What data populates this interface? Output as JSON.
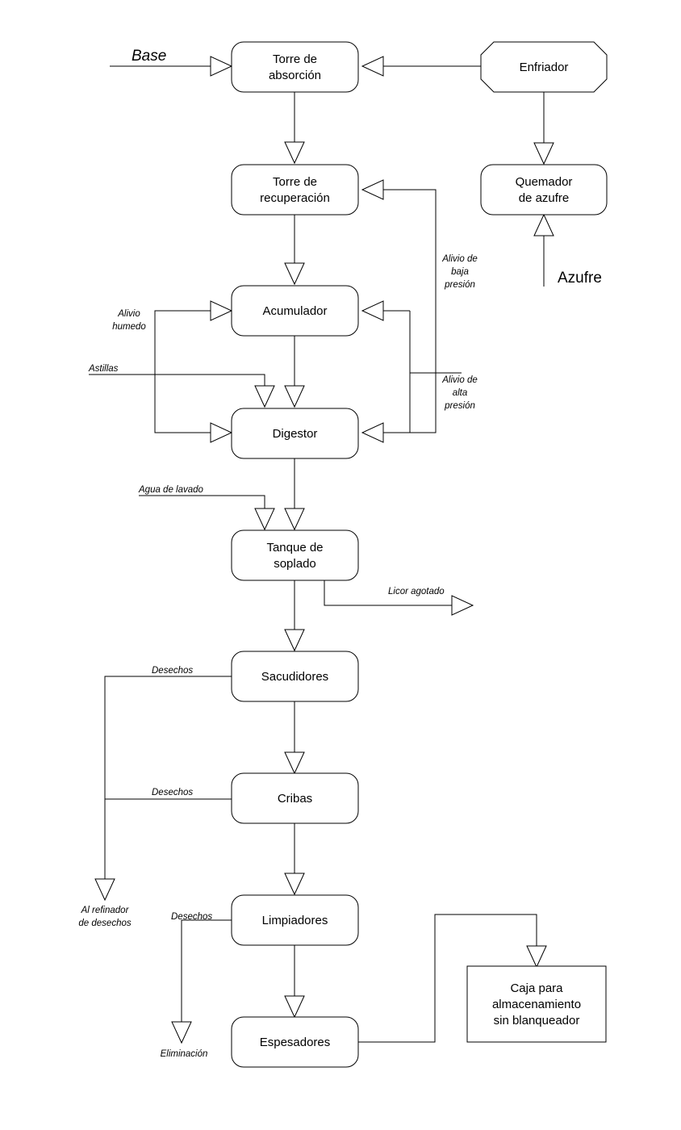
{
  "nodes": {
    "torre_absorcion": [
      "Torre de",
      "absorción"
    ],
    "enfriador": [
      "Enfriador"
    ],
    "torre_recuperacion": [
      "Torre de",
      "recuperación"
    ],
    "quemador": [
      "Quemador",
      "de azufre"
    ],
    "acumulador": [
      "Acumulador"
    ],
    "digestor": [
      "Digestor"
    ],
    "tanque": [
      "Tanque de",
      "soplado"
    ],
    "sacudidores": [
      "Sacudidores"
    ],
    "cribas": [
      "Cribas"
    ],
    "limpiadores": [
      "Limpiadores"
    ],
    "espesadores": [
      "Espesadores"
    ],
    "caja": [
      "Caja para",
      "almacenamiento",
      "sin blanqueador"
    ]
  },
  "labels": {
    "base": "Base",
    "azufre": "Azufre",
    "alivio_baja": [
      "Alivio de",
      "baja",
      "presión"
    ],
    "alivio_humedo": [
      "Alivio",
      "humedo"
    ],
    "astillas": "Astillas",
    "alivio_alta": [
      "Alivio de",
      "alta",
      "presión"
    ],
    "agua_lavado": "Agua de lavado",
    "licor_agotado": "Licor agotado",
    "desechos_sacudidores": "Desechos",
    "desechos_cribas": "Desechos",
    "refinador": [
      "Al refinador",
      "de desechos"
    ],
    "desechos_limpiadores": "Desechos",
    "eliminacion": "Eliminación"
  }
}
